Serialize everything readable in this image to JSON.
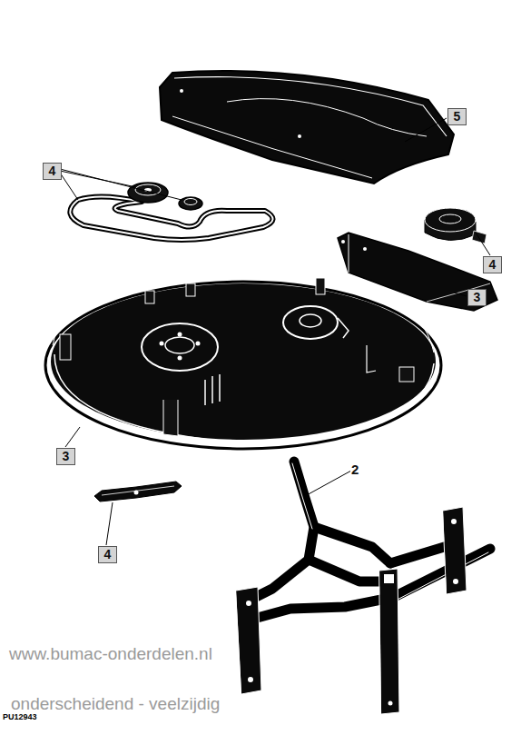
{
  "diagram": {
    "labels": [
      "5",
      "4",
      "4",
      "3",
      "3",
      "2",
      "4",
      "www.bumac-onderdelen.nl",
      "onderscheidend - veelzijdig",
      "PU12943"
    ]
  }
}
